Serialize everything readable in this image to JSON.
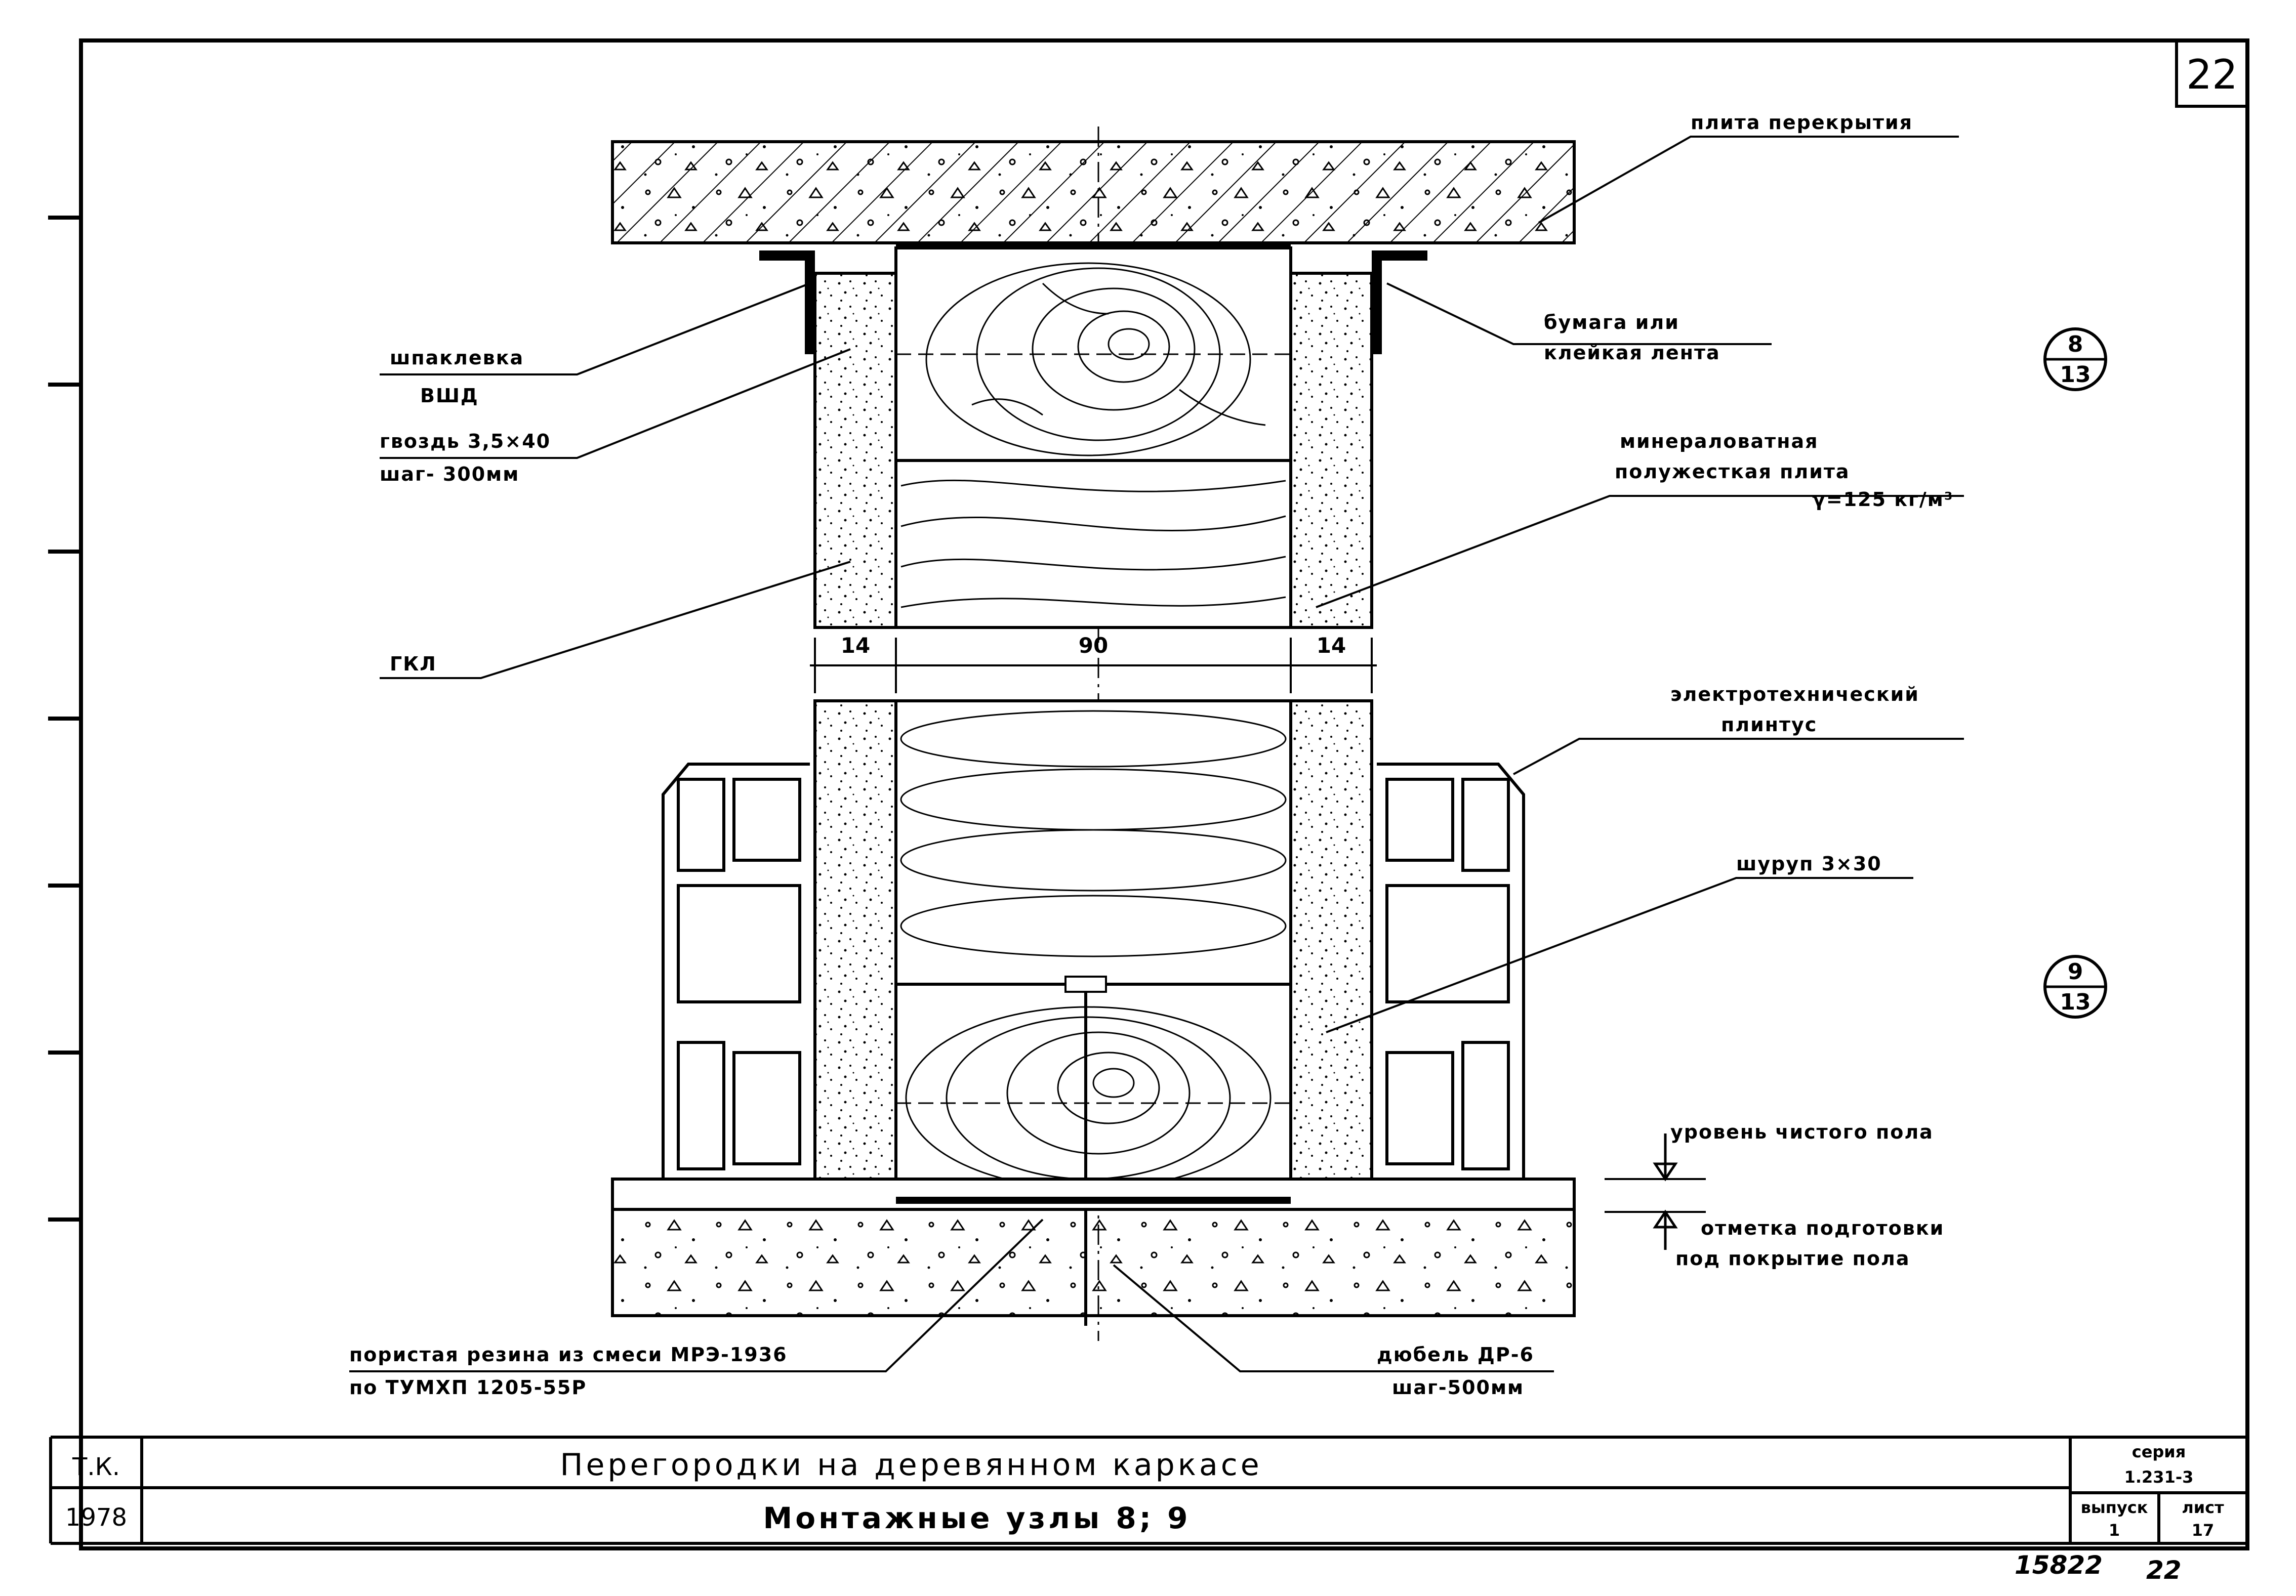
{
  "sheet": {
    "number": "22",
    "index_mark": "15822",
    "page_mark": "22"
  },
  "labels": {
    "slab": "плита перекрытия",
    "paper_line1": "бумага или",
    "paper_line2": "клейкая лента",
    "putty_line1": "шпаклевка",
    "putty_line2": "ВШД",
    "nail_line1": "гвоздь 3,5×40",
    "nail_line2": "шаг- 300мм",
    "mineral_line1": "минераловатная",
    "mineral_line2": "полужесткая плита",
    "mineral_line3": "γ=125 кг/м³",
    "gkl": "ГКЛ",
    "plinth_line1": "электротехнический",
    "plinth_line2": "плинтус",
    "screw": "шуруп 3×30",
    "floor_level": "уровень чистого пола",
    "base_line1": "отметка подготовки",
    "base_line2": "под покрытие пола",
    "rubber_line1": "пористая резина из смеси МРЭ-1936",
    "rubber_line2": "по ТУМХП 1205-55Р",
    "dowel_line1": "дюбель ДР-6",
    "dowel_line2": "шаг-500мм"
  },
  "dimensions": {
    "left": "14",
    "middle": "90",
    "right": "14"
  },
  "callouts": {
    "node8_top": "8",
    "node8_bottom": "13",
    "node9_top": "9",
    "node9_bottom": "13"
  },
  "title_block": {
    "org": "Т.К.",
    "year": "1978",
    "title": "Перегородки на деревянном каркасе",
    "subtitle": "Монтажные узлы 8; 9",
    "series_label": "серия",
    "series_value": "1.231-3",
    "issue_label": "выпуск",
    "issue_value": "1",
    "sheet_label": "лист",
    "sheet_value": "17"
  }
}
